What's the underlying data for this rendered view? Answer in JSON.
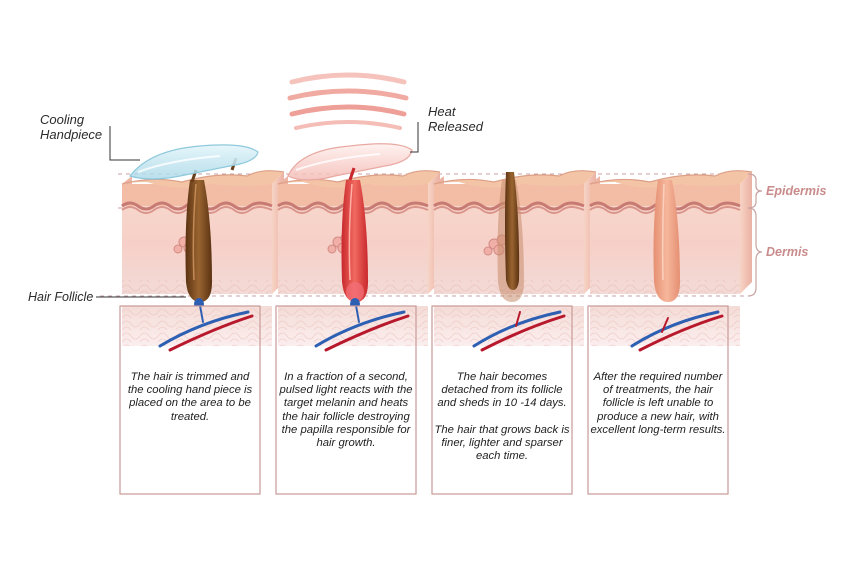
{
  "labels": {
    "cooling_handpiece": [
      "Cooling",
      "Handpiece"
    ],
    "heat_released": [
      "Heat",
      "Released"
    ],
    "hair_follicle": "Hair Follicle",
    "epidermis": "Epidermis",
    "dermis": "Dermis"
  },
  "steps": [
    {
      "paragraphs": [
        "The hair is trimmed and the cooling hand piece is placed on the area to be treated."
      ]
    },
    {
      "paragraphs": [
        "In a fraction of a second, pulsed light reacts with the target melanin and heats the hair follicle destroying the papilla responsible for hair growth."
      ]
    },
    {
      "paragraphs": [
        "The hair becomes detached from its follicle and sheds in 10 -14 days.",
        "The hair that grows back is finer, lighter and sparser each time."
      ]
    },
    {
      "paragraphs": [
        "After the required number of treatments, the hair follicle is left unable to produce a new hair, with excellent long-term results."
      ]
    }
  ],
  "colors": {
    "label_pink": "#c98b8b",
    "skin_surface": "#f3c5a6",
    "skin_side": "#f6c4b8",
    "skin_body": "#f8d3cb",
    "hair_brown": "#7a4a22",
    "heat_red": "#e2453d",
    "vein_blue": "#2d5fb3",
    "artery_red": "#b8182c",
    "cooling_blue": "#bfe4ef",
    "guide_line": "#c9a2a2",
    "box_border": "#c99a98"
  },
  "icons": [
    "cooling-handpiece-icon",
    "heat-wave-icon"
  ]
}
